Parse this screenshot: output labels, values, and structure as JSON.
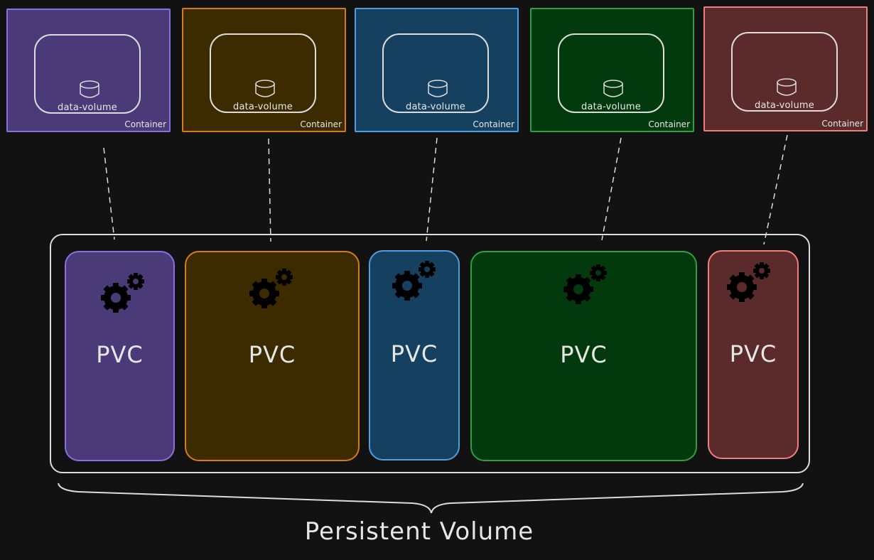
{
  "colors": {
    "background": "#121212",
    "line": "#dcdcdc",
    "purple": {
      "fill": "#4a3a78",
      "stroke": "#8b6fe0"
    },
    "orange": {
      "fill": "#3d2b00",
      "stroke": "#d87a15"
    },
    "blue": {
      "fill": "#15405f",
      "stroke": "#4f9ee0"
    },
    "green": {
      "fill": "#023a0e",
      "stroke": "#2f9e44"
    },
    "red": {
      "fill": "#5b2a2a",
      "stroke": "#f08080"
    }
  },
  "containers": [
    {
      "volume_label": "data-volume",
      "container_label": "Container",
      "color": "purple"
    },
    {
      "volume_label": "data-volume",
      "container_label": "Container",
      "color": "orange"
    },
    {
      "volume_label": "data-volume",
      "container_label": "Container",
      "color": "blue"
    },
    {
      "volume_label": "data-volume",
      "container_label": "Container",
      "color": "green"
    },
    {
      "volume_label": "data-volume",
      "container_label": "Container",
      "color": "red"
    }
  ],
  "pvcs": [
    {
      "label": "PVC",
      "color": "purple",
      "icon": "gears-icon"
    },
    {
      "label": "PVC",
      "color": "orange",
      "icon": "gears-icon"
    },
    {
      "label": "PVC",
      "color": "blue",
      "icon": "gears-icon"
    },
    {
      "label": "PVC",
      "color": "green",
      "icon": "gears-icon"
    },
    {
      "label": "PVC",
      "color": "red",
      "icon": "gears-icon"
    }
  ],
  "persistent_volume_label": "Persistent Volume"
}
